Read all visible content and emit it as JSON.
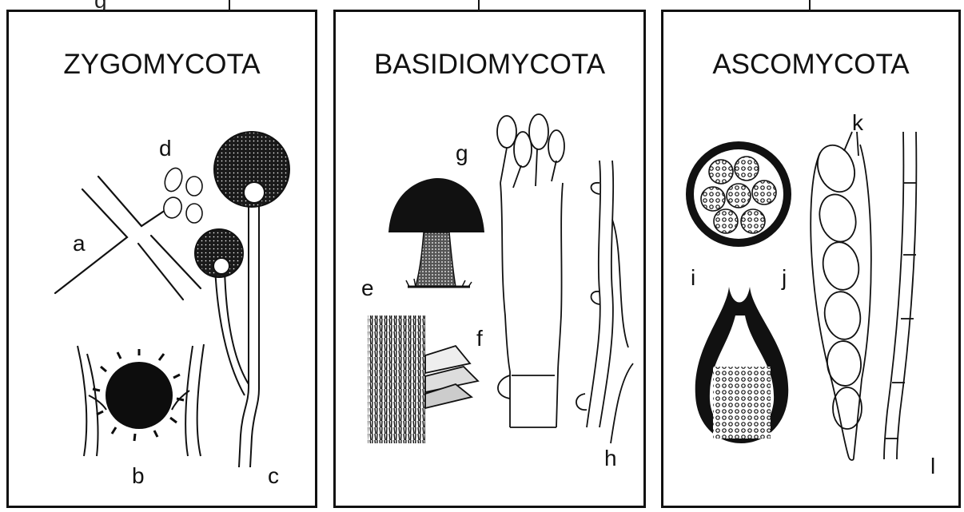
{
  "page": {
    "top_fragment": "g"
  },
  "panels": [
    {
      "title": "ZYGOMYCOTA",
      "labels": {
        "a": "a",
        "b": "b",
        "c": "c",
        "d": "d"
      }
    },
    {
      "title": "BASIDIOMYCOTA",
      "labels": {
        "e": "e",
        "f": "f",
        "g": "g",
        "h": "h"
      }
    },
    {
      "title": "ASCOMYCOTA",
      "labels": {
        "i": "i",
        "j": "j",
        "k": "k",
        "l": "l"
      }
    }
  ]
}
